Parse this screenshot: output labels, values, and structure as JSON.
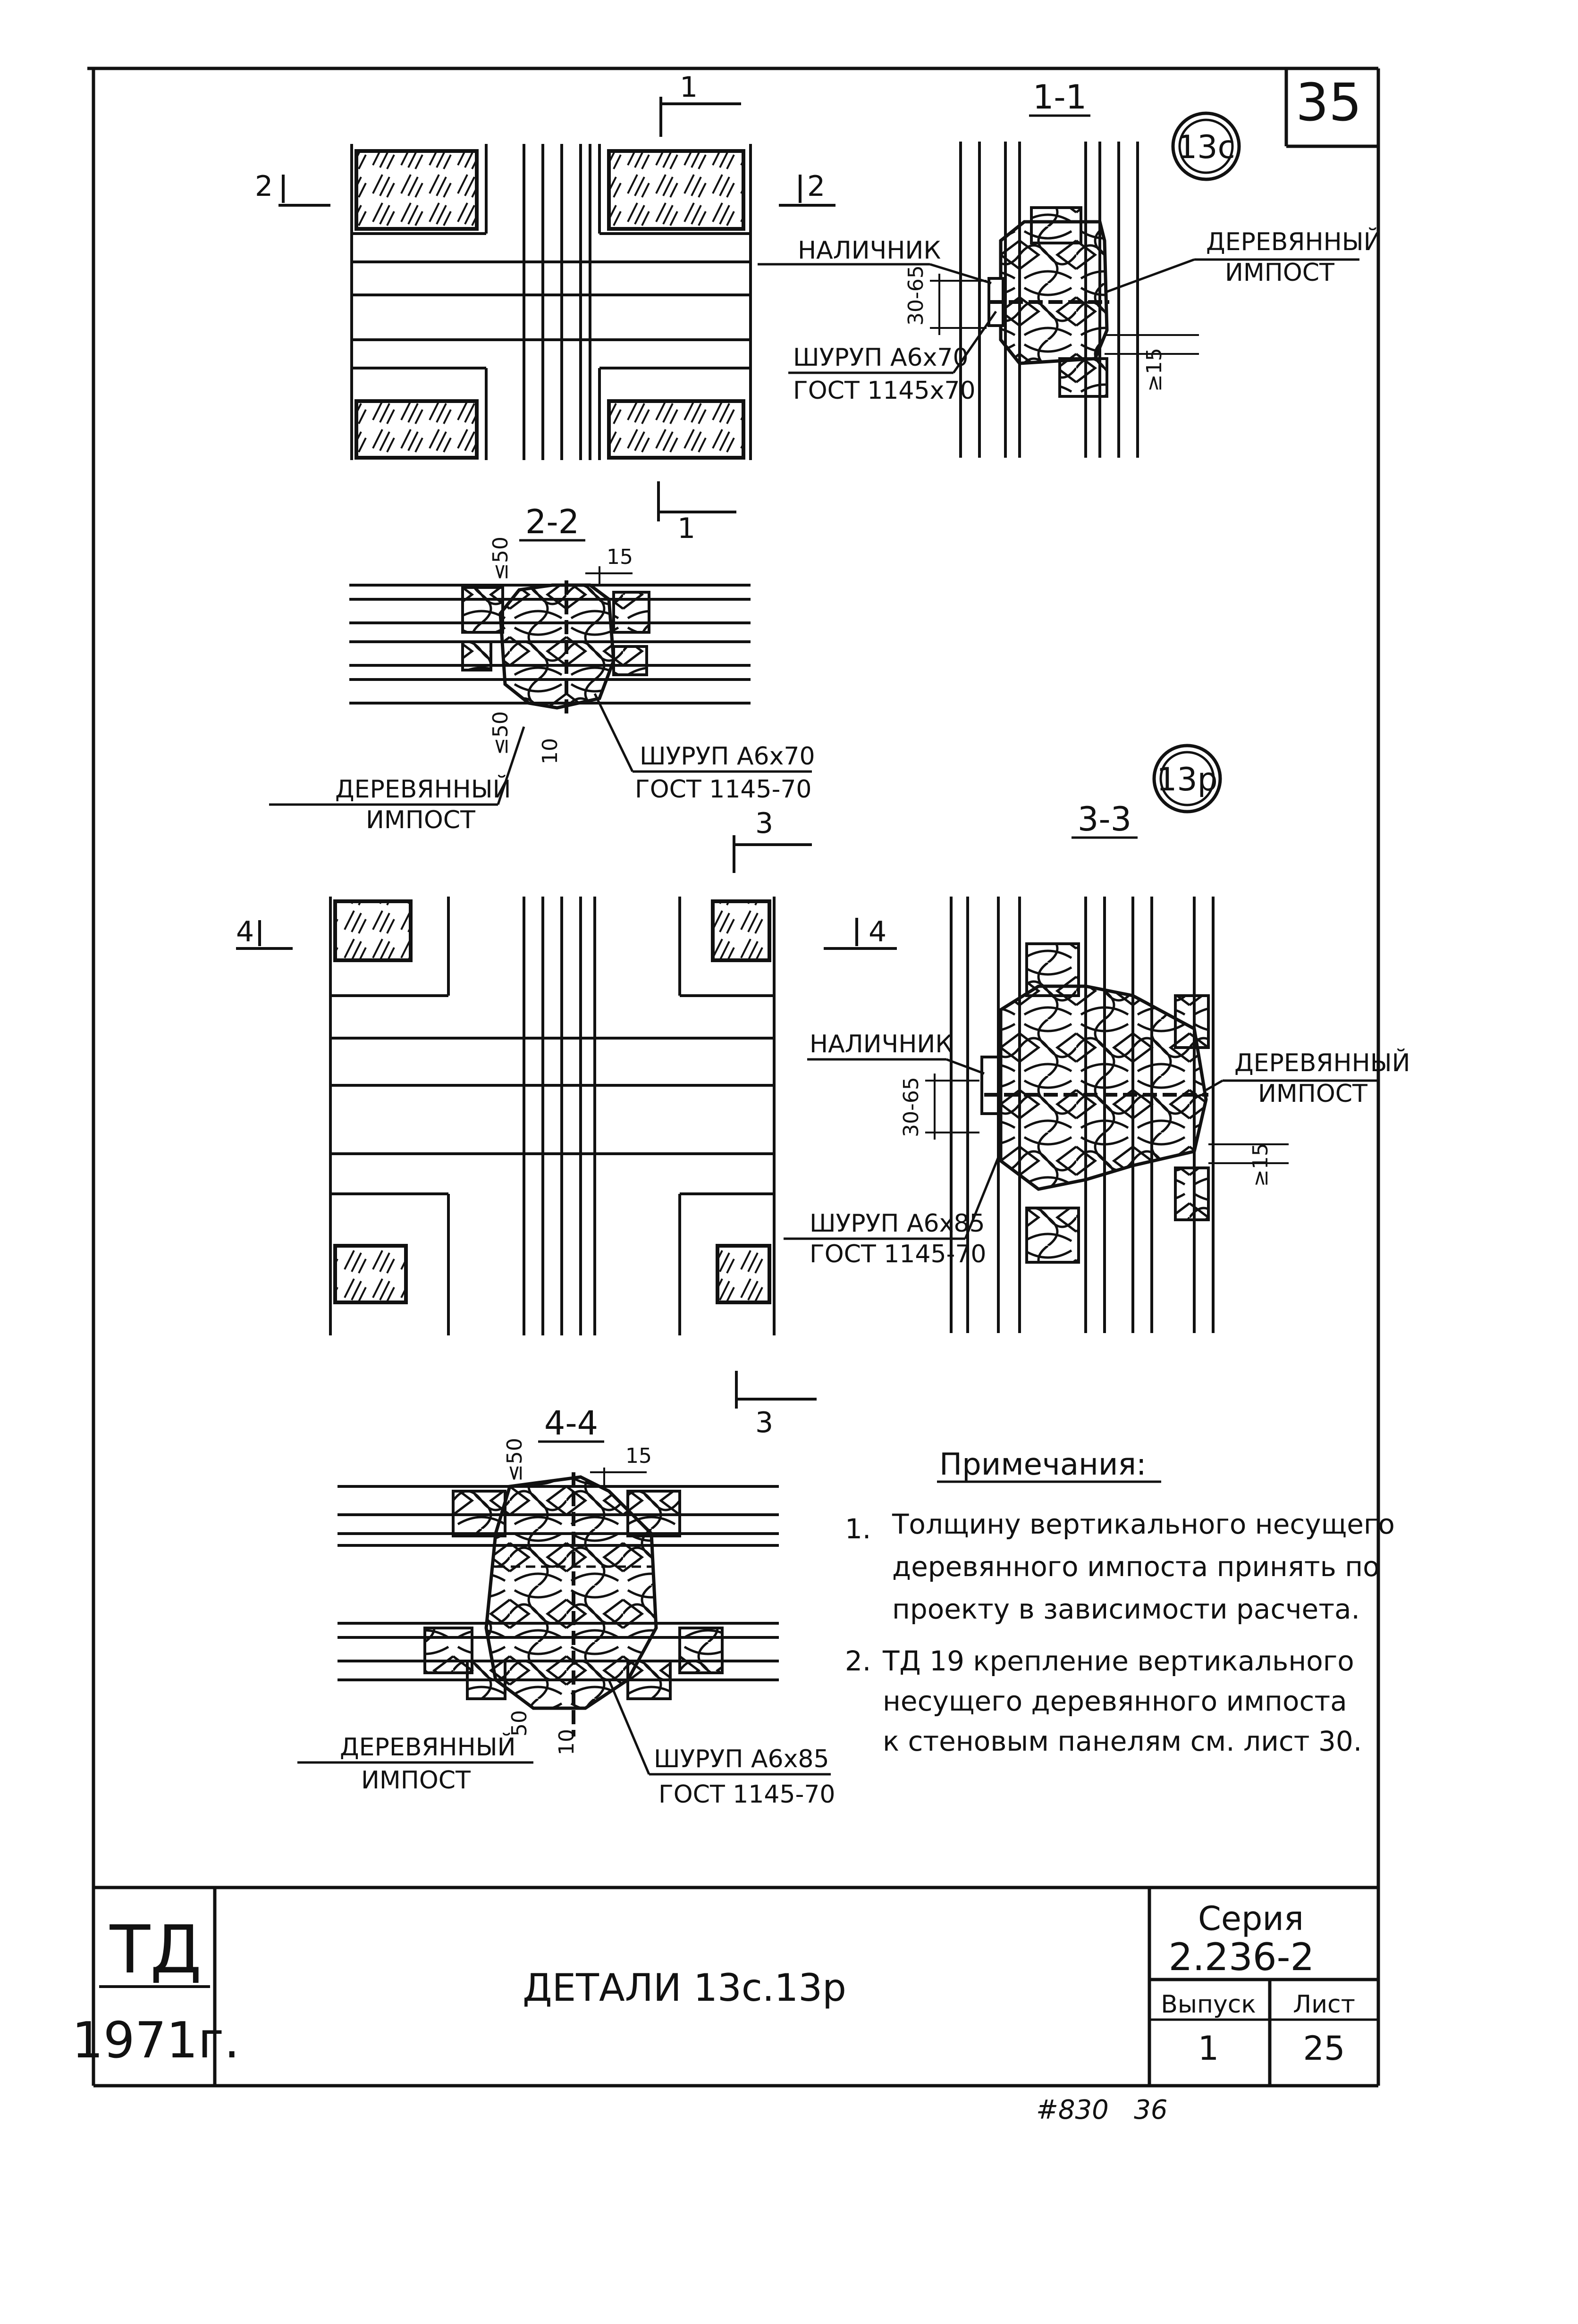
{
  "sheet": {
    "number": "35",
    "footer_ref": "#830   36"
  },
  "marks": {
    "detail_13c": "13с",
    "detail_13p": "13р",
    "section_1": "1",
    "section_2": "2",
    "section_3": "3",
    "section_4": "4"
  },
  "sections": {
    "s11": "1-1",
    "s22": "2-2",
    "s33": "3-3",
    "s44": "4-4"
  },
  "labels": {
    "nalichnik": "НАЛИЧНИК",
    "impost_1": "ДЕРЕВЯННЫЙ",
    "impost_2": "ИМПОСТ",
    "screw70_1": "ШУРУП А6х70",
    "screw70_2a": "ГОСТ 1145х70",
    "screw70_2b": "ГОСТ 1145-70",
    "screw85_1": "ШУРУП А6х85",
    "screw85_2": "ГОСТ 1145-70"
  },
  "dimensions": {
    "d30_65": "30-65",
    "d15ge": "≥15",
    "d50le": "≤50",
    "d15": "15",
    "d10": "10",
    "d50": "50"
  },
  "notes": {
    "heading": "Примечания:",
    "items": [
      {
        "num": "1.",
        "lines": [
          "Толщину вертикального несущего",
          "деревянного импоста принять по",
          "проекту в зависимости расчета."
        ]
      },
      {
        "num": "2.",
        "lines": [
          "ТД 19 крепление вертикального",
          "несущего деревянного импоста",
          "к стеновым панелям см. лист 30."
        ]
      }
    ]
  },
  "title_block": {
    "org": "ТД",
    "year": "1971г.",
    "title": "ДЕТАЛИ 13с.13р",
    "series_label": "Серия",
    "series_value": "2.236-2",
    "issue_label": "Выпуск",
    "issue_value": "1",
    "sheet_label": "Лист",
    "sheet_value": "25"
  }
}
